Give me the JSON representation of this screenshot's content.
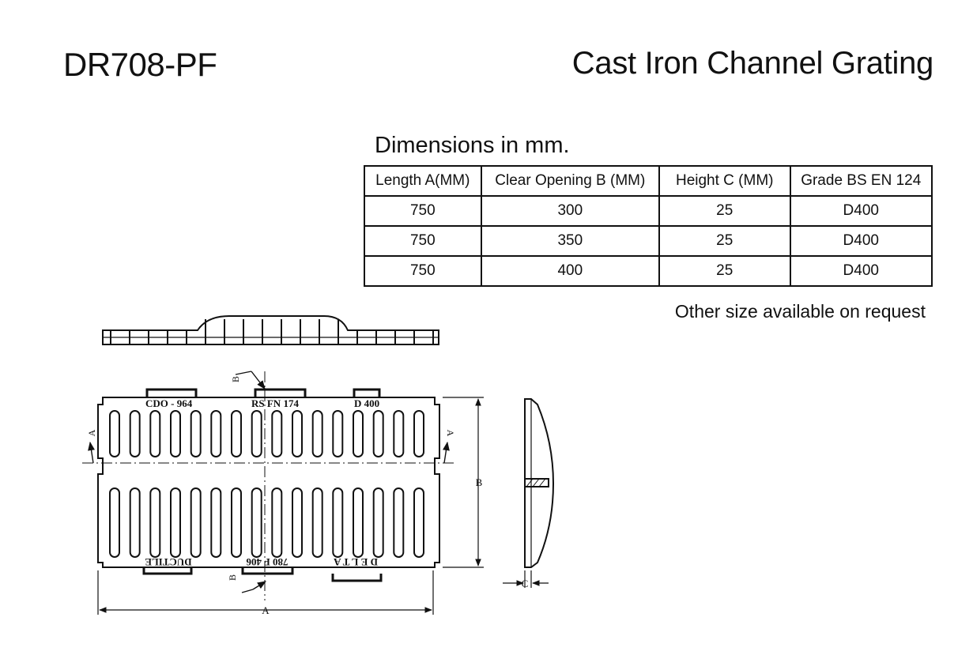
{
  "header": {
    "product_code": "DR708-PF",
    "product_name": "Cast Iron Channel Grating"
  },
  "dimensions": {
    "caption": "Dimensions in mm.",
    "columns": [
      "Length A(MM)",
      "Clear Opening B (MM)",
      "Height C (MM)",
      "Grade BS EN 124"
    ],
    "rows": [
      [
        "750",
        "300",
        "25",
        "D400"
      ],
      [
        "750",
        "350",
        "25",
        "D400"
      ],
      [
        "750",
        "400",
        "25",
        "D400"
      ]
    ],
    "note": "Other size available on request"
  },
  "drawing": {
    "top_markings": [
      "CDO - 964",
      "RS FN 174",
      "D 400"
    ],
    "bottom_markings": [
      "DUCTILE",
      "780 F 406",
      "D E L T A"
    ],
    "labels": {
      "section_a": "A",
      "section_b": "B",
      "length_a": "A",
      "opening_b": "B",
      "height_c": "C"
    }
  }
}
